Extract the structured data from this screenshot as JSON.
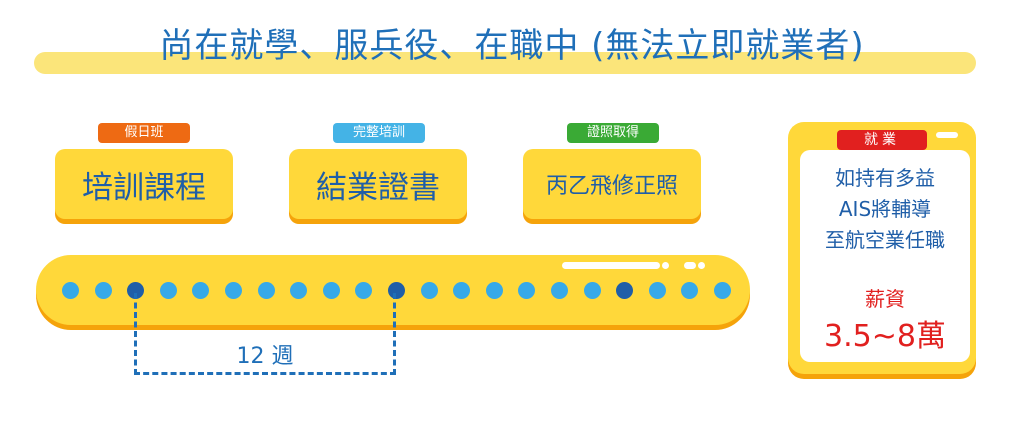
{
  "title": "尚在就學、服兵役、在職中 (無法立即就業者)",
  "stages": [
    {
      "tag": "假日班",
      "tag_color": "#ee6a13",
      "label": "培訓課程"
    },
    {
      "tag": "完整培訓",
      "tag_color": "#44b3e6",
      "label": "結業證書"
    },
    {
      "tag": "證照取得",
      "tag_color": "#3aaa35",
      "label": "丙乙飛修正照"
    }
  ],
  "timeline": {
    "dot_count": 21,
    "marked_dots": [
      3,
      11,
      18
    ],
    "dot_color": "#37a9e8",
    "mark_color": "#1f5ea8",
    "duration_label": "12 週"
  },
  "employment": {
    "tag": "就業",
    "lines": [
      "如持有多益",
      "AIS將輔導",
      "至航空業任職"
    ],
    "salary_label": "薪資",
    "salary_value": "3.5~8萬"
  },
  "colors": {
    "primary_blue": "#1f6fb8",
    "card_yellow": "#ffd83a",
    "card_shadow": "#f5a30a",
    "accent_red": "#e1201f"
  }
}
